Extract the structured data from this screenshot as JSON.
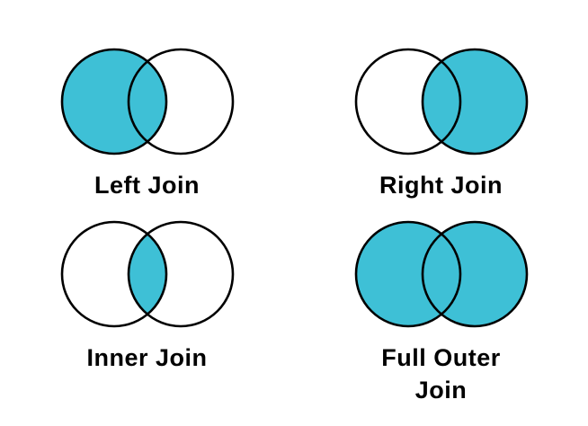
{
  "page": {
    "background": "#ffffff"
  },
  "colors": {
    "shaded_fill": "#3EC0D6",
    "unshaded_fill": "#ffffff",
    "outline": "#000000",
    "label_text": "#000000"
  },
  "diagrams": [
    {
      "id": "left-join",
      "label": "Left Join",
      "shaded_region": "left"
    },
    {
      "id": "right-join",
      "label": "Right Join",
      "shaded_region": "right"
    },
    {
      "id": "inner-join",
      "label": "Inner Join",
      "shaded_region": "intersection"
    },
    {
      "id": "full-outer-join",
      "label": "Full Outer Join",
      "shaded_region": "both"
    }
  ]
}
